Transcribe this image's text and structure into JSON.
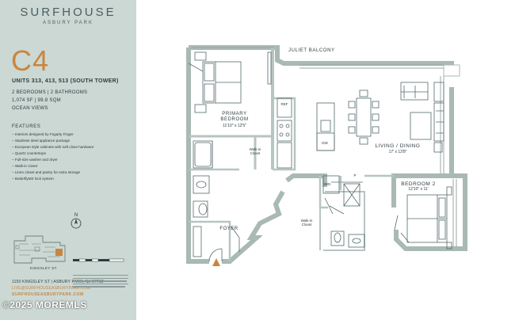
{
  "brand": {
    "name": "SURFHOUSE",
    "location": "ASBURY PARK"
  },
  "unit": {
    "code": "C4",
    "units_line": "UNITS 313, 413, 513 (SOUTH TOWER)",
    "specs": [
      "2 BEDROOMS | 2 BATHROOMS",
      "1,074 SF | 99.8 SQM",
      "OCEAN VIEWS"
    ]
  },
  "features": {
    "title": "FEATURES",
    "items": [
      "Interiors designed by Fogarty Finger",
      "Stainless steel appliance package",
      "European style cabinets with soft close hardware",
      "Quartz countertops",
      "Full-size washer and dryer",
      "Walk-in closet",
      "Linen closet and pantry for extra storage",
      "ButterflyMX lock system"
    ]
  },
  "street_label": "KINGSLEY ST",
  "contact": {
    "address": "1150 KINGSLEY ST | ASBURY PARK, NJ 07712",
    "email": "LIVE@SURFHOUSEASBURYPARK.COM",
    "website": "SURFHOUSEASBURYPARK.COM"
  },
  "watermark": "©2025 MOREMLS",
  "plan": {
    "balcony": "JULIET BALCONY",
    "primary_bedroom": {
      "name": "PRIMARY\nBEDROOM",
      "dims": "11'10\" x 12'5\""
    },
    "living": {
      "name": "LIVING / DINING",
      "dims": "17' x 13'8\""
    },
    "bedroom2": {
      "name": "BEDROOM 2",
      "dims": "12'10\" x 11'"
    },
    "walkin1": "Walk-in\nCloset",
    "walkin2": "Walk-in\nCloset",
    "foyer": "FOYER",
    "ref": "REF",
    "dw": "DW",
    "wd": "W/D",
    "pantry": "P",
    "compass": "N"
  },
  "colors": {
    "sidebar": "#cbd8d3",
    "accent": "#c9853f",
    "wall": "#b8c7c2",
    "text": "#2c3c40"
  }
}
